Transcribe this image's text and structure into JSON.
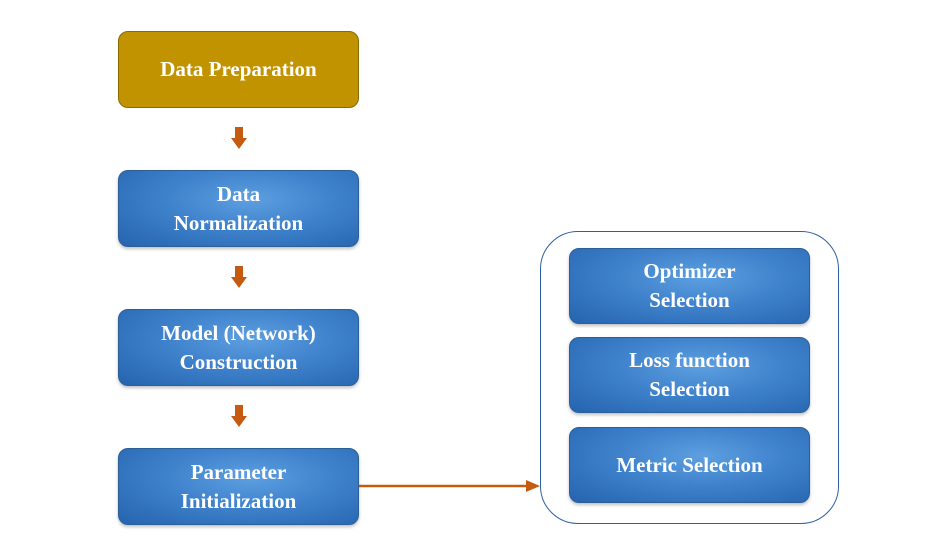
{
  "pipeline": {
    "steps": [
      {
        "lines": [
          "Data Preparation"
        ]
      },
      {
        "lines": [
          "Data",
          "Normalization"
        ]
      },
      {
        "lines": [
          "Model (Network)",
          "Construction"
        ]
      },
      {
        "lines": [
          "Parameter",
          "Initialization"
        ]
      }
    ]
  },
  "config_group": {
    "items": [
      {
        "lines": [
          "Optimizer",
          "Selection"
        ]
      },
      {
        "lines": [
          "Loss function",
          "Selection"
        ]
      },
      {
        "lines": [
          "Metric Selection"
        ]
      }
    ]
  },
  "colors": {
    "highlight_box": "#c29300",
    "step_box": "#3f82cc",
    "arrow": "#c55a11",
    "group_border": "#2d5fa8",
    "text": "#ffffff"
  }
}
